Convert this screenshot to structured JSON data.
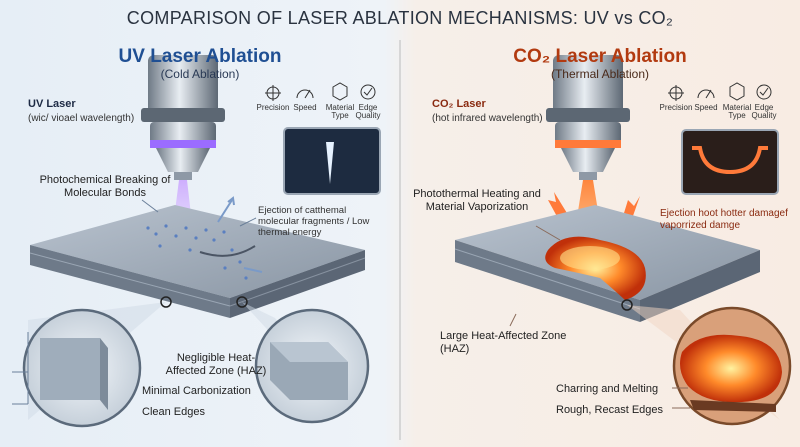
{
  "title": "COMPARISON OF LASER ABLATION MECHANISMS: UV vs CO₂",
  "uv": {
    "heading": "UV Laser Ablation",
    "subheading": "(Cold Ablation)",
    "source_label": "UV Laser",
    "source_sub": "(wic/ vioael wavelength)",
    "metrics": [
      "Precision",
      "Speed",
      "Material Type",
      "Edge Quality"
    ],
    "mechanism": "Photochemical Breaking of Molecular Bonds",
    "ejection": "Ejection of catthemal molecular fragments / Low thermal energy",
    "haz": "Negligible Heat-Affected Zone (HAZ)",
    "result1": "Minimal Carbonization",
    "result2": "Clean Edges",
    "colors": {
      "accent": "#1f4f93",
      "beam": "#b884ff"
    }
  },
  "co2": {
    "heading": "CO₂ Laser Ablation",
    "subheading": "(Thermal Ablation)",
    "source_label": "CO₂ Laser",
    "source_sub": "(hot infrared wavelength)",
    "metrics": [
      "Precision",
      "Speed",
      "Material Type",
      "Edge Quality"
    ],
    "mechanism": "Photothermal Heating and Material Vaporization",
    "ejection": "Ejection hoot hotter damagef vaporrized damge",
    "haz": "Large Heat-Affected Zone (HAZ)",
    "result1": "Charring and Melting",
    "result2": "Rough, Recast Edges",
    "colors": {
      "accent": "#b23a10",
      "beam": "#ff6a2a"
    }
  }
}
